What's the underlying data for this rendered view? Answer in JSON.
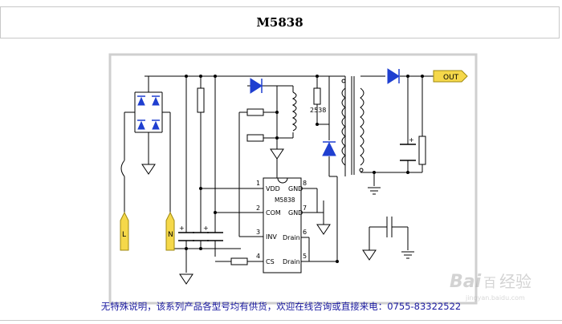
{
  "title": "M5838",
  "schematic": {
    "out_label": "OUT",
    "ic_label": "M5838",
    "resistor_label": "2538",
    "input_l": "L",
    "input_n": "N",
    "pins": [
      {
        "num": "1",
        "name": "VDD"
      },
      {
        "num": "2",
        "name": "COM"
      },
      {
        "num": "3",
        "name": "INV"
      },
      {
        "num": "4",
        "name": "CS"
      },
      {
        "num": "5",
        "name": "Drain"
      },
      {
        "num": "6",
        "name": "Drain"
      },
      {
        "num": "7",
        "name": "GND"
      },
      {
        "num": "8",
        "name": "GND"
      }
    ]
  },
  "footer_text": "无特殊说明，该系列产品各型号均有供货，欢迎在线咨询或直接来电：0755-83322522",
  "watermark": {
    "brand": "Bai",
    "brand2": "百",
    "cn": "经验",
    "url": "jingyan.baidu.com"
  }
}
